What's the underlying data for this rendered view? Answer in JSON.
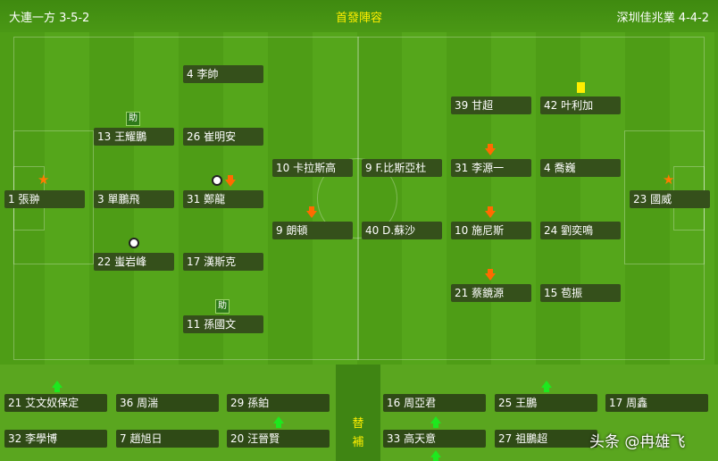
{
  "header": {
    "home": "大連一方 3-5-2",
    "title": "首發陣容",
    "away": "深圳佳兆業 4-4-2"
  },
  "home_players": {
    "p1": "1 張翀",
    "p3": "3 單鵬飛",
    "p4": "4 李帥",
    "p13": "13 王耀鵬",
    "p22": "22 蚩岩峰",
    "p26": "26 崔明安",
    "p31": "31 鄭龍",
    "p17": "17 漢斯克",
    "p11": "11 孫國文",
    "p10": "10 卡拉斯高",
    "p9": "9 朗頓"
  },
  "away_players": {
    "p9": "9 F.比斯亞杜",
    "p40": "40 D.蘇沙",
    "p39": "39 甘超",
    "p31": "31 李源一",
    "p10": "10 施尼斯",
    "p21": "21 蔡鏡源",
    "p42": "42 叶利加",
    "p4": "4 喬巍",
    "p24": "24 劉奕鳴",
    "p15": "15 苞振",
    "p23": "23 國威"
  },
  "icons": {
    "assist": "助"
  },
  "subs": {
    "label_top": "替",
    "label_bottom": "補",
    "home": [
      "21 艾文奴保定",
      "36 周湍",
      "29 孫鉑",
      "32 李學博",
      "7 趙旭日",
      "20 汪晉賢"
    ],
    "away": [
      "16 周亞君",
      "25 王鵬",
      "17 周鑫",
      "33 高天意",
      "27 祖鵬超"
    ]
  },
  "watermark": "头条 @冉雄飞"
}
